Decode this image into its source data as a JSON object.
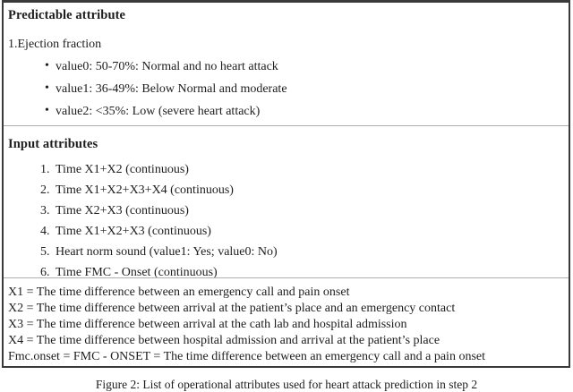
{
  "figure": {
    "table": {
      "predictable": {
        "heading": "Predictable attribute",
        "attribute_label": "1.Ejection fraction",
        "values": [
          "value0: 50-70%: Normal and no heart attack",
          "value1: 36-49%: Below Normal and moderate",
          "value2: <35%: Low (severe heart attack)"
        ]
      },
      "input": {
        "heading": "Input attributes",
        "items": [
          "Time X1+X2 (continuous)",
          "Time X1+X2+X3+X4 (continuous)",
          "Time X2+X3 (continuous)",
          "Time X1+X2+X3 (continuous)",
          "Heart norm sound (value1: Yes; value0: No)",
          "Time FMC - Onset (continuous)"
        ]
      },
      "definitions": [
        "X1 = The time difference between an emergency call and pain onset",
        "X2 = The time difference between arrival at the patient’s place and an emergency contact",
        "X3 = The time difference between arrival at the cath lab and hospital admission",
        "X4 = The time difference between hospital admission and arrival at the patient’s place",
        "Fmc.onset = FMC - ONSET = The time difference between an emergency call and a pain onset"
      ]
    },
    "caption": "Figure 2: List of operational attributes used for heart attack prediction in step 2"
  },
  "colors": {
    "text": "#1d1d1d",
    "border": "#3a3a3a",
    "separator": "#b0b0b0",
    "background": "#ffffff"
  }
}
